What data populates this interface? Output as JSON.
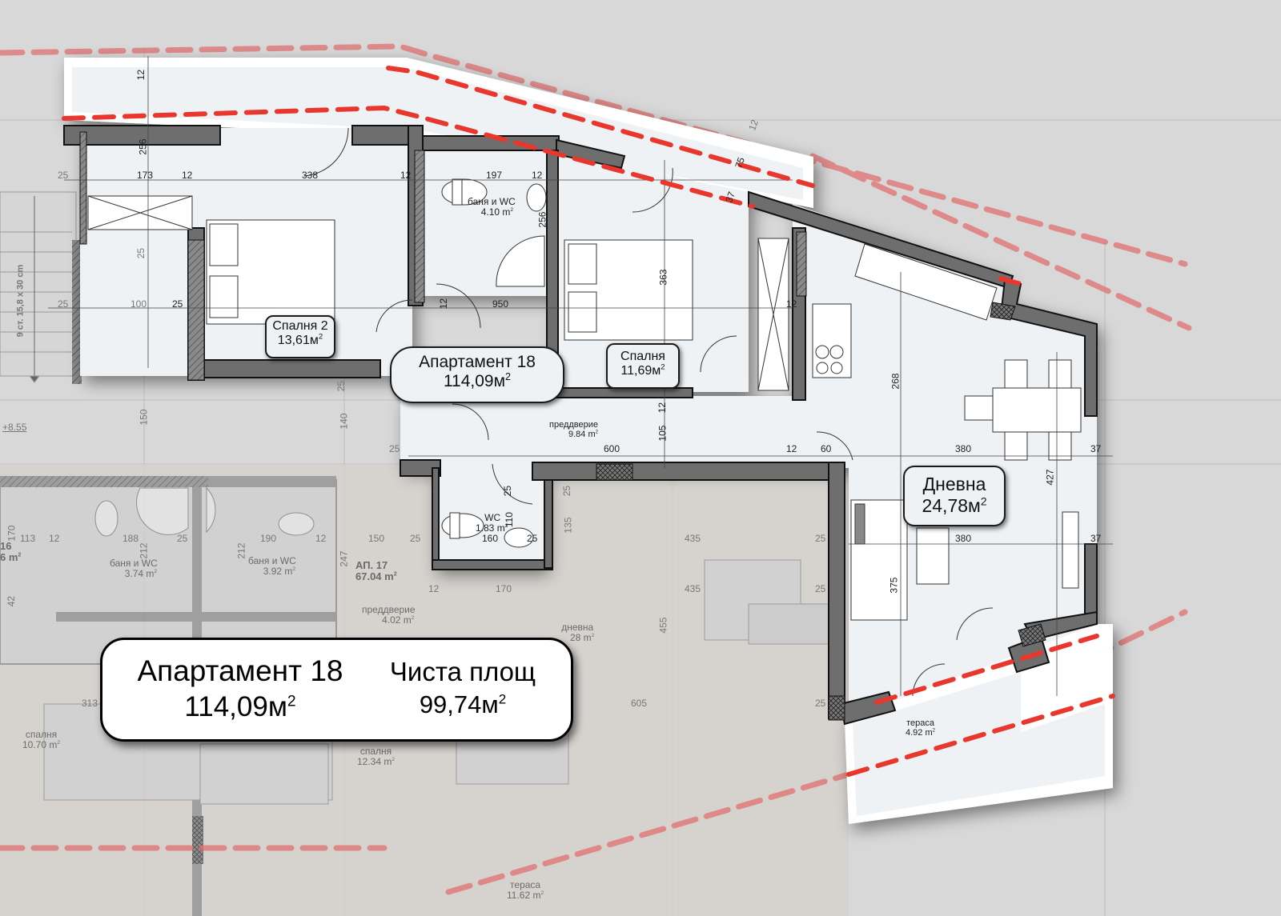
{
  "plan": {
    "title": "Апартамент 18",
    "total_area": "114,09м",
    "net_area_label": "Чиста площ",
    "net_area": "99,74м",
    "area_unit_sup": "2",
    "colors": {
      "background": "#d8d8d8",
      "room_fill": "#eef2f5",
      "wall_dark": "#6e6e6e",
      "wall_outline": "#111111",
      "dashed_line": "#e8372c",
      "neighbor_fill": "#d6d2cc"
    }
  },
  "summary_card": {
    "title": "Апартамент 18",
    "total_area": "114,09м",
    "net_label": "Чиста площ",
    "net_area": "99,74м",
    "sup": "2"
  },
  "center_label": {
    "title": "Апартамент 18",
    "area": "114,09м",
    "sup": "2"
  },
  "rooms": [
    {
      "id": "bedroom2",
      "name": "Спалня 2",
      "area": "13,61м",
      "sup": "2"
    },
    {
      "id": "bedroom",
      "name": "Спалня",
      "area": "11,69м",
      "sup": "2"
    },
    {
      "id": "living",
      "name": "Дневна",
      "area": "24,78м",
      "sup": "2"
    },
    {
      "id": "bath",
      "name": "баня и WC",
      "area": "4.10 m",
      "sup": "2"
    },
    {
      "id": "hall",
      "name": "преддверие",
      "area": "9.84 m",
      "sup": "2"
    },
    {
      "id": "wc",
      "name": "WC",
      "area": "1.83 m",
      "sup": "2"
    },
    {
      "id": "terrace",
      "name": "тераса",
      "area": "4.92 m",
      "sup": "2"
    }
  ],
  "neighbor_rooms": [
    {
      "name": "баня и WC",
      "area": "3.74 m",
      "sup": "2"
    },
    {
      "name": "баня и WC",
      "area": "3.92 m",
      "sup": "2"
    },
    {
      "name": "АП. 17",
      "area": "67.04 m",
      "sup": "2"
    },
    {
      "name": "преддверие",
      "area": "4.02 m",
      "sup": "2"
    },
    {
      "name": "дневна",
      "area": "28 m",
      "sup": "2"
    },
    {
      "name": "спалня",
      "area": "10.70 m",
      "sup": "2"
    },
    {
      "name": "спалня",
      "area": "12.34 m",
      "sup": "2"
    },
    {
      "name": "тераса",
      "area": "11.62 m",
      "sup": "2"
    },
    {
      "name": "16",
      "area": "6 m",
      "sup": "2"
    }
  ],
  "stair_note": "9 ст. 15,8 x 30 cm",
  "level_mark": "+8.55",
  "dimensions": {
    "top": [
      "12",
      "256",
      "173",
      "12",
      "338",
      "12",
      "197",
      "12",
      "25",
      "75",
      "37",
      "12"
    ],
    "mid": [
      "25",
      "25",
      "100",
      "25",
      "12",
      "950",
      "12",
      "363",
      "12",
      "268",
      "150",
      "140",
      "25",
      "12",
      "105",
      "600",
      "12",
      "60",
      "380",
      "37",
      "427",
      "380",
      "37"
    ],
    "lower": [
      "25",
      "110",
      "25",
      "160",
      "25",
      "135",
      "25",
      "435",
      "435",
      "25",
      "25",
      "375",
      "455",
      "605",
      "25",
      "12",
      "170",
      "247",
      "113",
      "12",
      "188",
      "25",
      "190",
      "12",
      "150",
      "212",
      "212",
      "170",
      "42",
      "313"
    ]
  }
}
